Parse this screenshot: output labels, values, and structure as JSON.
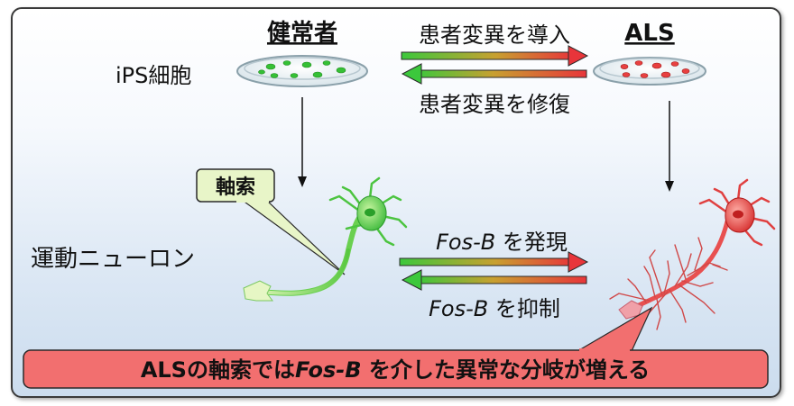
{
  "headers": {
    "healthy": "健常者",
    "als": "ALS"
  },
  "row_labels": {
    "ips": "iPS細胞",
    "motor_neuron": "運動ニューロン"
  },
  "top_arrows": {
    "introduce": "患者変異を導入",
    "repair": "患者変異を修復"
  },
  "mid_arrows": {
    "express_gene": "Fos-B",
    "express_suffix": " を発現",
    "suppress_gene": "Fos-B",
    "suppress_suffix": " を抑制"
  },
  "axon_callout": "軸索",
  "conclusion": {
    "prefix": "ALSの軸索では",
    "gene": "Fos-B",
    "suffix": " を介した異常な分岐が増える"
  },
  "colors": {
    "green": "#3cc83c",
    "red": "#e8353a",
    "callout_green": "#e8f5c8",
    "banner": "#f26f6f"
  }
}
